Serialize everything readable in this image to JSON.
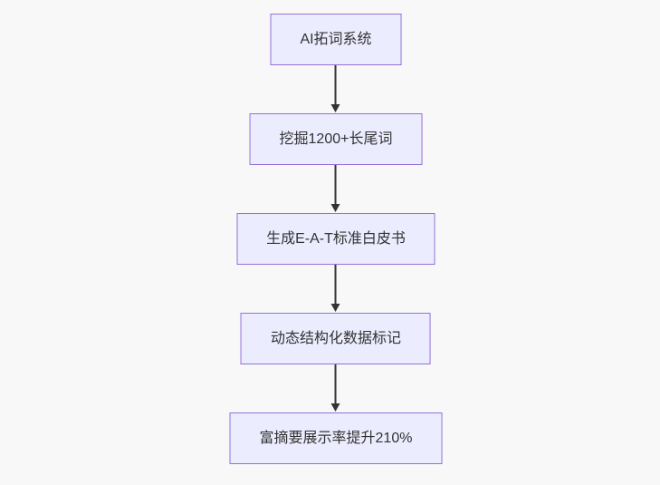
{
  "diagram": {
    "type": "flowchart",
    "direction": "top-to-bottom",
    "nodes": [
      {
        "id": "step-1",
        "label": "AI拓词系统"
      },
      {
        "id": "step-2",
        "label": "挖掘1200+长尾词"
      },
      {
        "id": "step-3",
        "label": "生成E-A-T标准白皮书"
      },
      {
        "id": "step-4",
        "label": "动态结构化数据标记"
      },
      {
        "id": "step-5",
        "label": "富摘要展示率提升210%"
      }
    ],
    "edges": [
      {
        "from": "step-1",
        "to": "step-2",
        "arrow": "down"
      },
      {
        "from": "step-2",
        "to": "step-3",
        "arrow": "down"
      },
      {
        "from": "step-3",
        "to": "step-4",
        "arrow": "down"
      },
      {
        "from": "step-4",
        "to": "step-5",
        "arrow": "down"
      }
    ],
    "colors": {
      "node_fill": "#ECECFF",
      "node_border": "#9370DB",
      "node_text": "#333333",
      "arrow": "#333333",
      "background": "#f8f8f8"
    }
  }
}
